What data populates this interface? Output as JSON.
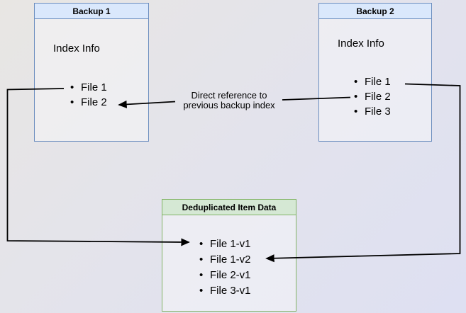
{
  "boxes": {
    "backup1": {
      "title": "Backup 1",
      "label": "Index Info",
      "items": [
        "File 1",
        "File 2"
      ]
    },
    "backup2": {
      "title": "Backup 2",
      "label": "Index Info",
      "items": [
        "File 1",
        "File 2",
        "File 3"
      ]
    },
    "dedup": {
      "title": "Deduplicated Item Data",
      "items": [
        "File 1-v1",
        "File 1-v2",
        "File 2-v1",
        "File 3-v1"
      ]
    }
  },
  "annotation": {
    "line1": "Direct reference to",
    "line2": "previous backup index"
  },
  "colors": {
    "blue_border": "#6c8ebf",
    "blue_header_fill": "#dae8fc",
    "green_border": "#82b366",
    "green_header_fill": "#d5e8d4",
    "arrow": "#000000",
    "bg_start": "#e8e6e3",
    "bg_end": "#dee0f2"
  }
}
